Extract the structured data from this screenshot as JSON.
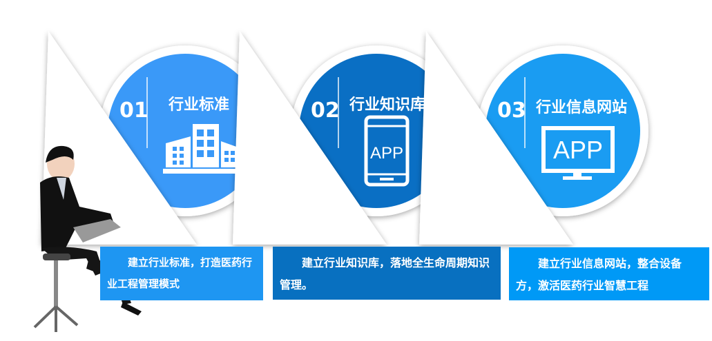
{
  "colors": {
    "card1": "#3a99f8",
    "card2": "#0a6fc4",
    "card3": "#1a9cf2",
    "box1": "#1e96f2",
    "box2": "#0870c0",
    "box3": "#0099f6"
  },
  "cards": [
    {
      "number": "01",
      "title": "行业标准",
      "icon": "building-icon",
      "text": "建立行业标准，打造医药行业工程管理模式"
    },
    {
      "number": "02",
      "title": "行业知识库",
      "icon": "phone-app-icon",
      "icon_text": "APP",
      "text": "建立行业知识库，落地全生命周期知识管理。"
    },
    {
      "number": "03",
      "title": "行业信息网站",
      "icon": "monitor-app-icon",
      "icon_text": "APP",
      "text": "建立行业信息网站，整合设备方，激活医药行业智慧工程"
    }
  ]
}
